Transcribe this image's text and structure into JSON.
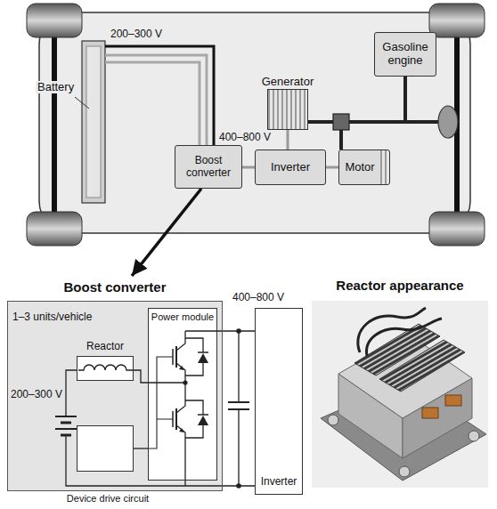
{
  "diagram": {
    "nodes": [
      {
        "text": [
          "Gasoline engine"
        ]
      },
      {
        "text": [
          "Generator"
        ]
      },
      {
        "text": [
          "Boost converter"
        ]
      },
      {
        "text": [
          "Inverter"
        ]
      },
      {
        "text": [
          "Motor"
        ]
      },
      {
        "text": [
          "Boost converter",
          "1–3 units/vehicle"
        ]
      },
      {
        "text": [
          "Power module"
        ],
        "in": 5
      },
      {
        "text": [
          "Reactor"
        ],
        "in": 5
      },
      {
        "text": [
          "Device drive circuit"
        ],
        "in": 5
      },
      {
        "text": [
          "Inverter"
        ]
      }
    ],
    "edges": [
      {
        "from": 2,
        "to": 3,
        "arrow": "none"
      },
      {
        "from": 3,
        "to": 4,
        "arrow": "none"
      },
      {
        "from": 3,
        "to": 1,
        "arrow": "none"
      },
      {
        "from": 2,
        "to": 5,
        "arrow": "to"
      },
      {
        "from": 7,
        "to": 6,
        "arrow": "none"
      },
      {
        "from": 8,
        "to": 6,
        "arrow": "none"
      },
      {
        "from": 6,
        "to": 9,
        "arrow": "none"
      }
    ],
    "labels": [
      "Battery",
      "200–300 V",
      "400–800 V",
      "400–800 V",
      "200–300 V",
      "Reactor appearance"
    ]
  }
}
